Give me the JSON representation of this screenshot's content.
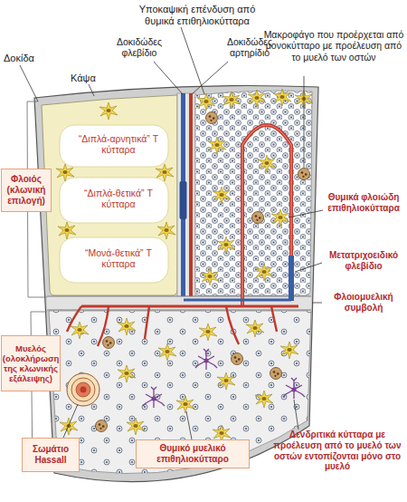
{
  "diagram": {
    "nodes": [
      {
        "text": [
          "Φλοιός (κλωνική επιλογή)"
        ]
      },
      {
        "text": [
          "Μυελός (ολοκλήρωση της κλωνικής εξάλειψης)"
        ]
      },
      {
        "text": [
          "Σωμάτιο Hassall"
        ]
      },
      {
        "text": [
          "Θυμικό μυελικό επιθηλιοκύτταρο"
        ]
      }
    ],
    "labels": [
      "Υποκαψική επένδυση από θυμικά επιθηλιοκύτταρα",
      "Δοκίδα",
      "Κάψα",
      "Δοκιδώδες φλεβίδιο",
      "Δοκιδώδες αρτηρίδιο",
      "Μακροφάγο που προέρχεται από μονοκύτταρο με προέλευση από το μυελό των οστών",
      "“Διπλά-αρνητικά” T κύτταρα",
      "“Διπλά-θετικά” T κύτταρα",
      "“Μονά-θετικά” T κύτταρα",
      "Θυμικά φλοιώδη επιθηλιοκύτταρα",
      "Μετατριχοειδικό φλεβίδιο",
      "Φλοιομυελική συμβολή",
      "Δενδριτικά κύτταρα με προέλευση από το μυελό των οστών εντοπίζονται μόνο στο μυελό"
    ]
  }
}
